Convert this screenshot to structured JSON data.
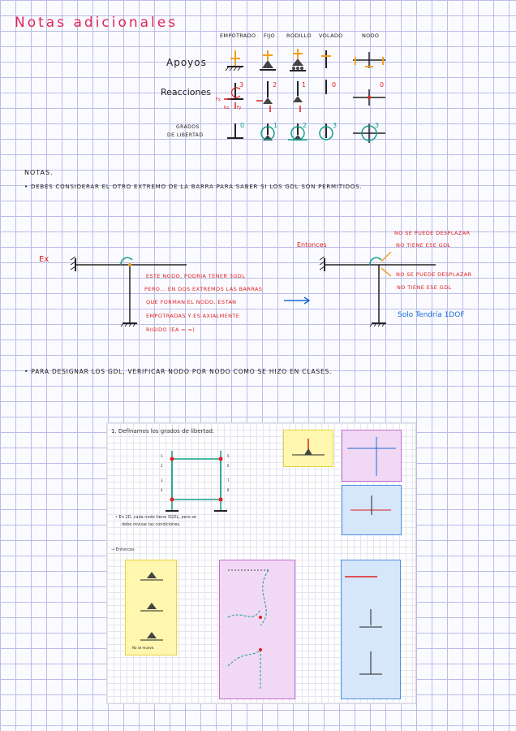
{
  "title": "Notas adicionales",
  "column_headers": [
    "EMPOTRADO",
    "FIJO",
    "RODILLO",
    "VOLADO",
    "NODO"
  ],
  "row_labels": {
    "apoyos": "Apoyos",
    "reacciones": "Reacciones",
    "grados_line1": "GRADOS",
    "grados_line2": "DE LIBERTAD"
  },
  "reaction_counts": [
    "3",
    "2",
    "1",
    "0",
    "0"
  ],
  "dof_counts": [
    "0",
    "1",
    "2",
    "3",
    "3"
  ],
  "force_labels": {
    "fx": "Fx",
    "rz": "Rz",
    "fy": "Fy"
  },
  "notes_heading": "NOTAS.",
  "note1": "• DEBES CONSIDERAR EL OTRO EXTREMO DE LA BARRA PARA SABER SI LOS GDL SON PERMITIDOS.",
  "example": {
    "label": "Ex",
    "red_lines": [
      "ESTE NODO, PODRIA TENER 3GDL",
      "PERO... EN DOS EXTREMOS LAS BARRAS",
      "QUE FORMAN EL NODO, ESTAN",
      "EMPOTRADAS Y ES AXIALMENTE",
      "RIGIDO (EA = ∞)"
    ],
    "entonces": "Entonces",
    "right_red_lines": [
      "NO SE PUEDE DESPLAZAR",
      "NO TIENE ESE GDL",
      "NO SE PUEDE DESPLAZAR",
      "NO TIENE ESE GDL"
    ],
    "conclusion": "Solo Tendría 1DOF"
  },
  "note2": "• PARA DESIGNAR LOS GDL, VERIFICAR NODO POR NODO COMO SE HIZO EN CLASES.",
  "embedded": {
    "heading": "1. Definamos los grados de libertad.",
    "node_numbers": [
      "1",
      "2",
      "3",
      "4",
      "5",
      "6",
      "7",
      "8"
    ],
    "note_line1": "• En 2D, cada nodo tiene 3GDL, pero se",
    "note_line2": "debe revisar las condiciones.",
    "entonces": "→ Entonces",
    "no_se_mueve": "No se mueve."
  },
  "colors": {
    "pink": "#e0245a",
    "red": "#e02020",
    "orange": "#f2a020",
    "teal": "#139e8a",
    "blue": "#1a6bd6"
  }
}
